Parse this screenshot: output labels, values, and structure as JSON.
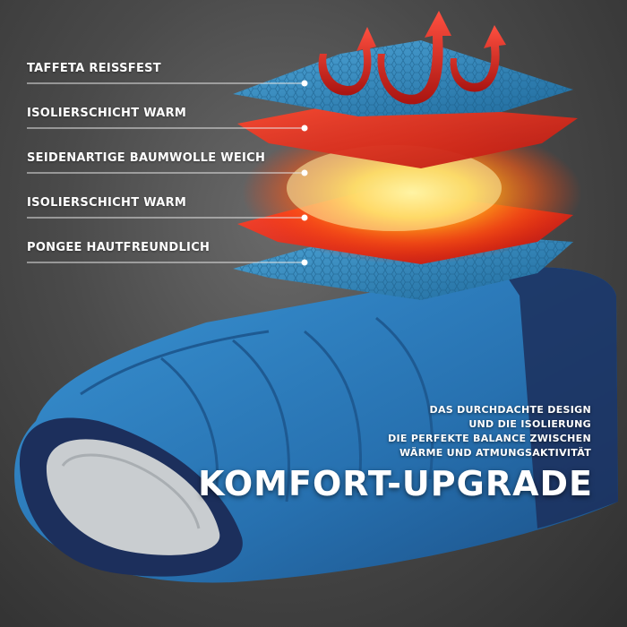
{
  "layers": [
    {
      "label": "TAFFETA REISSFEST"
    },
    {
      "label": "ISOLIERSCHICHT WARM"
    },
    {
      "label": "SEIDENARTIGE BAUMWOLLE WEICH"
    },
    {
      "label": "ISOLIERSCHICHT WARM"
    },
    {
      "label": "PONGEE HAUTFREUNDLICH"
    }
  ],
  "tagline": {
    "line1": "DAS DURCHDACHTE DESIGN",
    "line2": "UND DIE ISOLIERUNG",
    "line3": "DIE PERFEKTE BALANCE ZWISCHEN",
    "line4": "WÄRME UND ATMUNGSAKTIVITÄT"
  },
  "headline": "KOMFORT-UPGRADE",
  "colors": {
    "background": "#4a4a4a",
    "bag_blue": "#2a7cc0",
    "bag_navy": "#1c2f5c",
    "lining_grey": "#c9cdd0",
    "heat_red": "#e8281c",
    "heat_yellow": "#ffd21a",
    "fabric_blue": "#3a8fc4"
  },
  "icons": [
    "warmth-arrow-icon"
  ]
}
